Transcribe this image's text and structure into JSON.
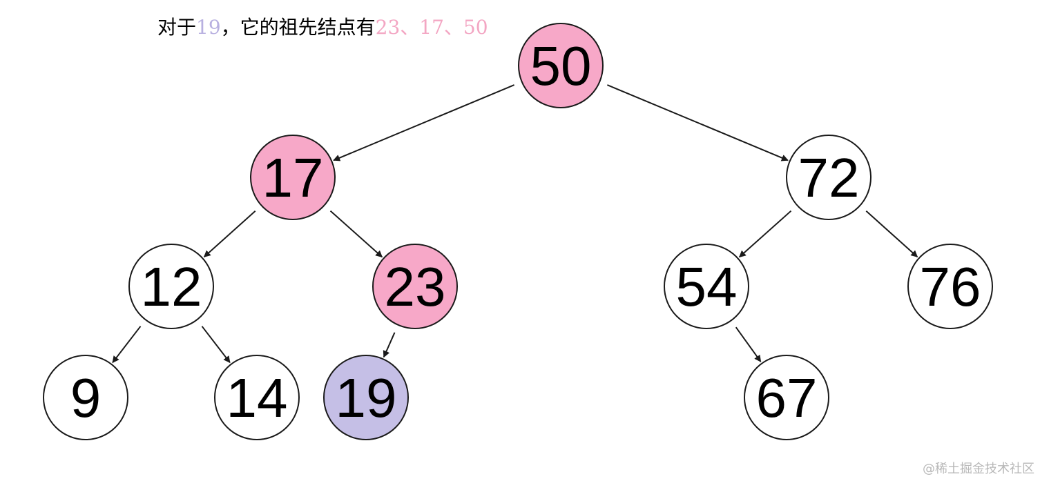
{
  "caption": {
    "prefix": "对于",
    "target": "19",
    "middle": "，它的祖先结点有",
    "ancestors": "23、17、50"
  },
  "colors": {
    "ancestor_fill": "#f7a8c8",
    "target_fill": "#c5bfe6",
    "default_fill": "#ffffff",
    "stroke": "#1a1a1a",
    "target_text": "#b8b0e0",
    "ancestor_text": "#f3a6c3"
  },
  "tree": {
    "nodes": [
      {
        "id": "n50",
        "label": "50",
        "role": "ancestor"
      },
      {
        "id": "n17",
        "label": "17",
        "role": "ancestor"
      },
      {
        "id": "n72",
        "label": "72",
        "role": "normal"
      },
      {
        "id": "n12",
        "label": "12",
        "role": "normal"
      },
      {
        "id": "n23",
        "label": "23",
        "role": "ancestor"
      },
      {
        "id": "n54",
        "label": "54",
        "role": "normal"
      },
      {
        "id": "n76",
        "label": "76",
        "role": "normal"
      },
      {
        "id": "n9",
        "label": "9",
        "role": "normal"
      },
      {
        "id": "n14",
        "label": "14",
        "role": "normal"
      },
      {
        "id": "n19",
        "label": "19",
        "role": "target"
      },
      {
        "id": "n67",
        "label": "67",
        "role": "normal"
      }
    ],
    "edges": [
      {
        "from": "n50",
        "to": "n17"
      },
      {
        "from": "n50",
        "to": "n72"
      },
      {
        "from": "n17",
        "to": "n12"
      },
      {
        "from": "n17",
        "to": "n23"
      },
      {
        "from": "n72",
        "to": "n54"
      },
      {
        "from": "n72",
        "to": "n76"
      },
      {
        "from": "n12",
        "to": "n9"
      },
      {
        "from": "n12",
        "to": "n14"
      },
      {
        "from": "n23",
        "to": "n19"
      },
      {
        "from": "n54",
        "to": "n67"
      }
    ]
  },
  "watermark": "@稀土掘金技术社区"
}
